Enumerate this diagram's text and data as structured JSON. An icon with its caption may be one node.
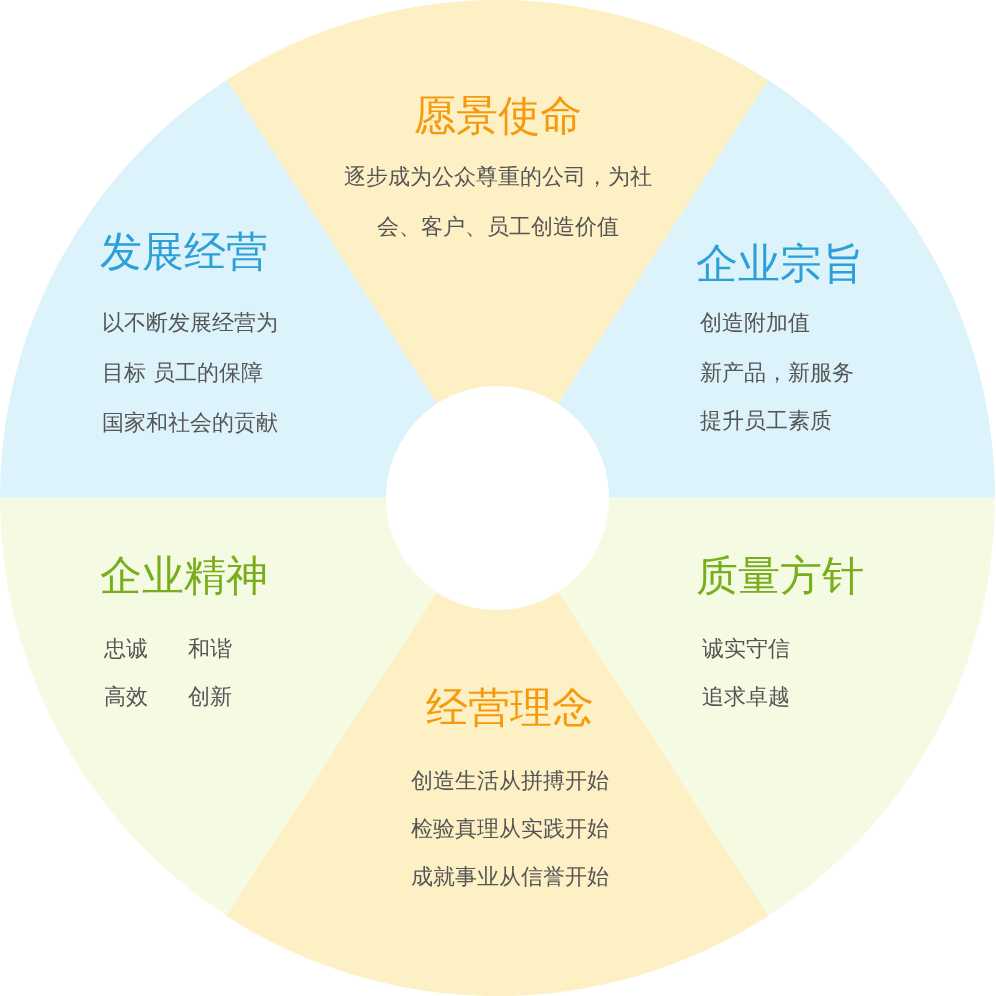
{
  "diagram": {
    "nodes": [
      {
        "text": [
          "愿景使命",
          "逐步成为公众尊重的公司，为社会、客户、员工创造价值"
        ]
      },
      {
        "text": [
          "企业宗旨",
          "创造附加值",
          "新产品，新服务",
          "提升员工素质"
        ]
      },
      {
        "text": [
          "质量方针",
          "诚实守信",
          "追求卓越"
        ]
      },
      {
        "text": [
          "经营理念",
          "创造生活从拼搏开始",
          "检验真理从实践开始",
          "成就事业从信誉开始"
        ]
      },
      {
        "text": [
          "企业精神",
          "忠诚",
          "和谐",
          "高效",
          "创新"
        ]
      },
      {
        "text": [
          "发展经营",
          "以不断发展经营为目标 员工的保障国家和社会的贡献"
        ]
      }
    ]
  }
}
